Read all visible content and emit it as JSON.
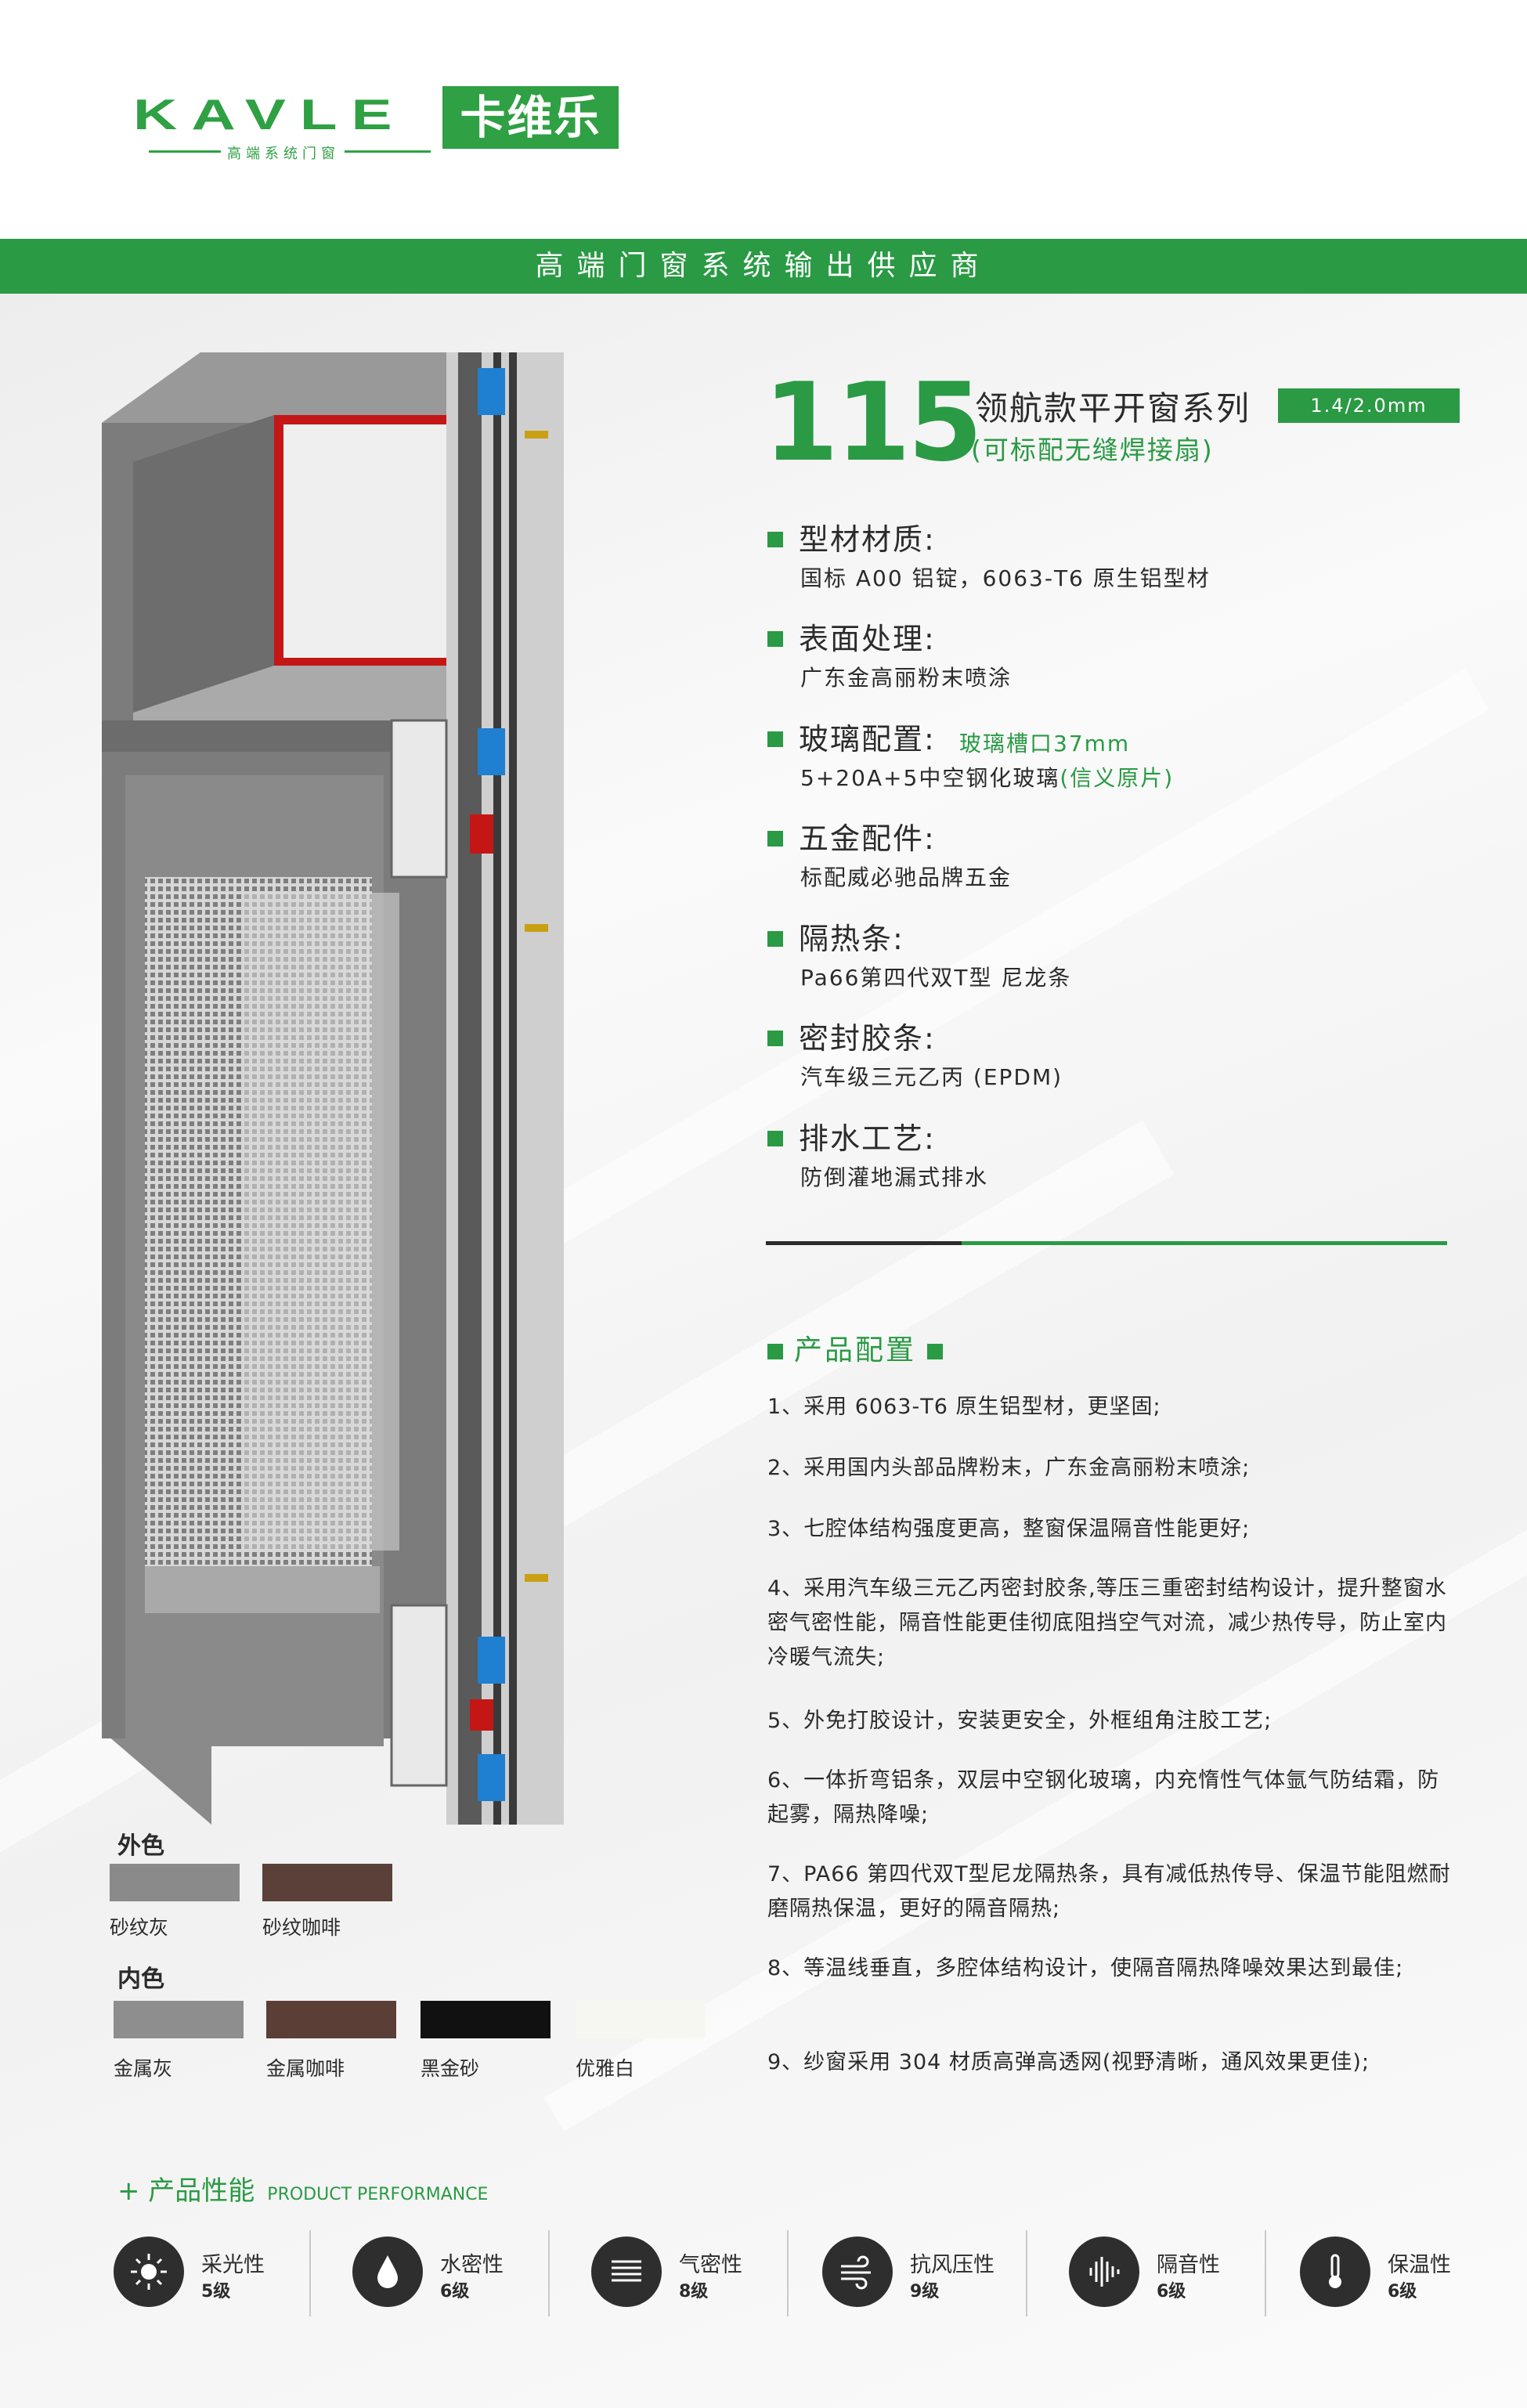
{
  "brand": {
    "logo_text": "KAVLE",
    "logo_tagline": "高端系统门窗",
    "logo_cn": "卡维乐"
  },
  "banner": "高端门窗系统输出供应商",
  "series": {
    "number": "115",
    "title": "领航款平开窗系列",
    "thickness": "1.4/2.0mm",
    "subtitle": "(可标配无缝焊接扇)"
  },
  "specs": [
    {
      "label": "型材材质:",
      "value": "国标 A00 铝锭，6063-T6 原生铝型材"
    },
    {
      "label": "表面处理:",
      "value": "广东金高丽粉末喷涂"
    },
    {
      "label": "玻璃配置:",
      "note": "玻璃槽口37mm",
      "value": "5+20A+5中空钢化玻璃",
      "value_green": "(信义原片)"
    },
    {
      "label": "五金配件:",
      "value": "标配威必驰品牌五金"
    },
    {
      "label": "隔热条:",
      "value": "Pa66第四代双T型 尼龙条"
    },
    {
      "label": "密封胶条:",
      "value": "汽车级三元乙丙 (EPDM)"
    },
    {
      "label": "排水工艺:",
      "value": "防倒灌地漏式排水"
    }
  ],
  "config": {
    "heading": "产品配置",
    "items": [
      "1、采用 6063-T6 原生铝型材，更坚固;",
      "2、采用国内头部品牌粉末，广东金高丽粉末喷涂;",
      "3、七腔体结构强度更高，整窗保温隔音性能更好;",
      "4、采用汽车级三元乙丙密封胶条,等压三重密封结构设计，提升整窗水密气密性能，隔音性能更佳彻底阻挡空气对流，减少热传导，防止室内冷暖气流失;",
      "5、外免打胶设计，安装更安全，外框组角注胶工艺;",
      "6、一体折弯铝条，双层中空钢化玻璃，内充惰性气体氩气防结霜，防起雾，隔热降噪;",
      "7、PA66 第四代双T型尼龙隔热条，具有减低热传导、保温节能阻燃耐磨隔热保温，更好的隔音隔热;",
      "8、等温线垂直，多腔体结构设计，使隔音隔热降噪效果达到最佳;",
      "9、纱窗采用 304 材质高弹高透网(视野清晰，通风效果更佳);"
    ]
  },
  "colors": {
    "outer_heading": "外色",
    "outer": [
      {
        "name": "砂纹灰",
        "hex": "#8a8a8a"
      },
      {
        "name": "砂纹咖啡",
        "hex": "#5a4038"
      }
    ],
    "inner_heading": "内色",
    "inner": [
      {
        "name": "金属灰",
        "hex": "#8e8e8e"
      },
      {
        "name": "金属咖啡",
        "hex": "#5b3f37"
      },
      {
        "name": "黑金砂",
        "hex": "#111111"
      },
      {
        "name": "优雅白",
        "hex": "#f7f7f2"
      }
    ]
  },
  "performance": {
    "heading": "+ 产品性能",
    "heading_en": "PRODUCT PERFORMANCE",
    "items": [
      {
        "name": "采光性",
        "level": "5级",
        "icon": "sun-icon"
      },
      {
        "name": "水密性",
        "level": "6级",
        "icon": "water-drop-icon"
      },
      {
        "name": "气密性",
        "level": "8级",
        "icon": "air-lines-icon"
      },
      {
        "name": "抗风压性",
        "level": "9级",
        "icon": "wind-icon"
      },
      {
        "name": "隔音性",
        "level": "6级",
        "icon": "sound-wave-icon"
      },
      {
        "name": "保温性",
        "level": "6级",
        "icon": "thermometer-icon"
      }
    ]
  },
  "theme": {
    "accent": "#2a9a44",
    "text": "#2b2b2b"
  }
}
